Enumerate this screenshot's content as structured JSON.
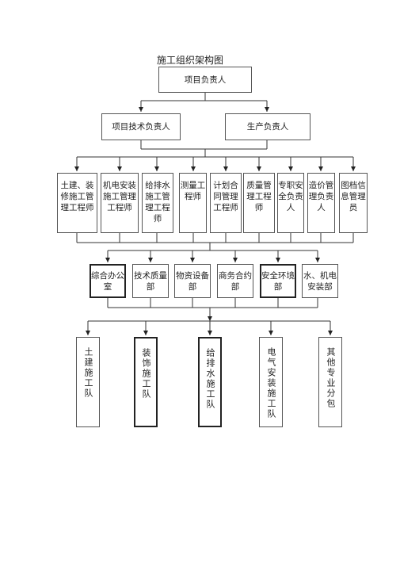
{
  "title": "施工组织架构图",
  "level1": {
    "head": "项目负责人"
  },
  "level2": [
    {
      "label": "项目技术负责人"
    },
    {
      "label": "生产负责人"
    }
  ],
  "level3": [
    {
      "label": "土建、装修施工管理工程师"
    },
    {
      "label": "机电安装施工管理工程师"
    },
    {
      "label": "给排水施工管理工程师"
    },
    {
      "label": "测量工程师"
    },
    {
      "label": "计划合同管理工程师"
    },
    {
      "label": "质量管理工程师"
    },
    {
      "label": "专职安全负责人"
    },
    {
      "label": "造价管理负责人"
    },
    {
      "label": "图档信息管理员"
    }
  ],
  "level4": [
    {
      "label": "综合办公室"
    },
    {
      "label": "技术质量部"
    },
    {
      "label": "物资设备部"
    },
    {
      "label": "商务合约部"
    },
    {
      "label": "安全环境部"
    },
    {
      "label": "水、机电安装部"
    }
  ],
  "level5": [
    {
      "label": "土建施工队"
    },
    {
      "label": "装饰施工队"
    },
    {
      "label": "给排水施工队"
    },
    {
      "label": "电气安装施工队"
    },
    {
      "label": "其他专业分包"
    }
  ]
}
